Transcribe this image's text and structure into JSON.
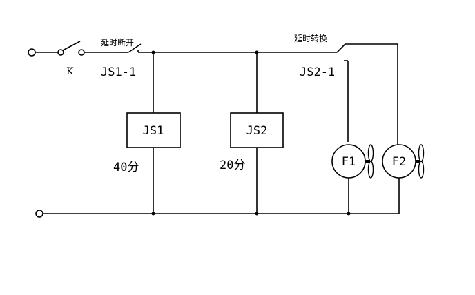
{
  "switch_k": {
    "label": "K"
  },
  "relay_contact_1": {
    "function": "延时断开",
    "name": "JS1-1"
  },
  "relay_contact_2": {
    "function": "延时转换",
    "name": "JS2-1"
  },
  "relays": [
    {
      "name": "JS1",
      "delay": "40分"
    },
    {
      "name": "JS2",
      "delay": "20分"
    }
  ],
  "fans": [
    {
      "name": "F1"
    },
    {
      "name": "F2"
    }
  ]
}
